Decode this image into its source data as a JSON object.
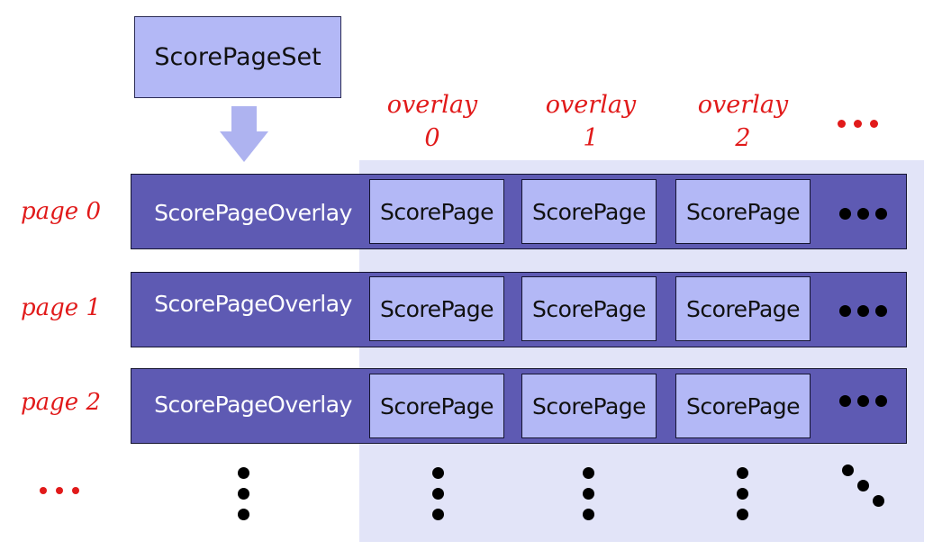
{
  "set_box": {
    "label": "ScorePageSet"
  },
  "columns": [
    {
      "word": "overlay",
      "index": "0"
    },
    {
      "word": "overlay",
      "index": "1"
    },
    {
      "word": "overlay",
      "index": "2"
    }
  ],
  "rows": [
    {
      "label": "page 0",
      "overlay": "ScorePageOverlay",
      "pages": [
        "ScorePage",
        "ScorePage",
        "ScorePage"
      ]
    },
    {
      "label": "page 1",
      "overlay": "ScorePageOverlay",
      "pages": [
        "ScorePage",
        "ScorePage",
        "ScorePage"
      ]
    },
    {
      "label": "page 2",
      "overlay": "ScorePageOverlay",
      "pages": [
        "ScorePage",
        "ScorePage",
        "ScorePage"
      ]
    }
  ],
  "colors": {
    "box_fill": "#b3b8f6",
    "band_fill": "#5e5ab3",
    "shade": "#e2e4f8",
    "label_red": "#e11a1a"
  },
  "icons": [
    "down-arrow-icon",
    "ellipsis-icon",
    "vertical-ellipsis-icon",
    "diagonal-ellipsis-icon"
  ]
}
